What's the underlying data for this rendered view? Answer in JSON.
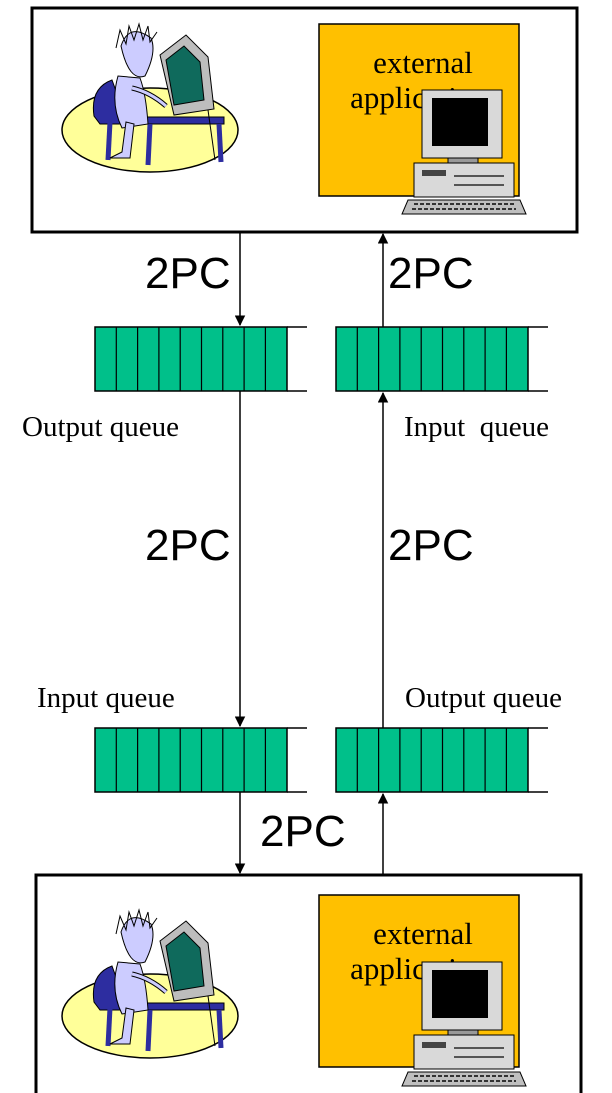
{
  "top_system": {
    "external_app_line1": "external",
    "external_app_line2": "application"
  },
  "bottom_system": {
    "external_app_line1": "external",
    "external_app_line2": "application"
  },
  "protocol_labels": {
    "top_left": "2PC",
    "top_right": "2PC",
    "middle_left": "2PC",
    "middle_right": "2PC",
    "bottom": "2PC"
  },
  "queues": {
    "upper_left": "Output queue",
    "upper_right": "Input  queue",
    "lower_left": "Input queue",
    "lower_right": "Output queue"
  },
  "colors": {
    "queue_fill": "#00c08a",
    "app_box_fill": "#ffc000",
    "table_fill": "#ffff99"
  },
  "icons": [
    "person-at-computer-icon",
    "desktop-computer-icon"
  ]
}
